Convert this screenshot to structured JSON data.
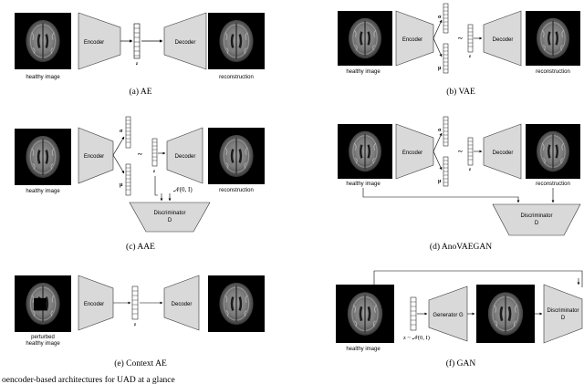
{
  "labels": {
    "healthy_image": "healthy image",
    "encoder": "Encoder",
    "decoder": "Decoder",
    "reconstruction": "reconstruction",
    "z": "z",
    "mu": "μ",
    "sigma": "σ",
    "tilde": "~",
    "discriminator": "Discriminator",
    "discriminator_d": "D",
    "normal": "𝒩(0, I)",
    "z_normal": "z ~ 𝒩(0, I)",
    "perturbed_line1": "perturbed",
    "perturbed_line2": "healthy image",
    "generator": "Generator G"
  },
  "captions": {
    "a": "(a) AE",
    "b": "(b) VAE",
    "c": "(c) AAE",
    "d": "(d) AnoVAEGAN",
    "e": "(e) Context AE",
    "f": "(f) GAN"
  },
  "figure_caption": "oencoder-based architectures for UAD at a glance"
}
